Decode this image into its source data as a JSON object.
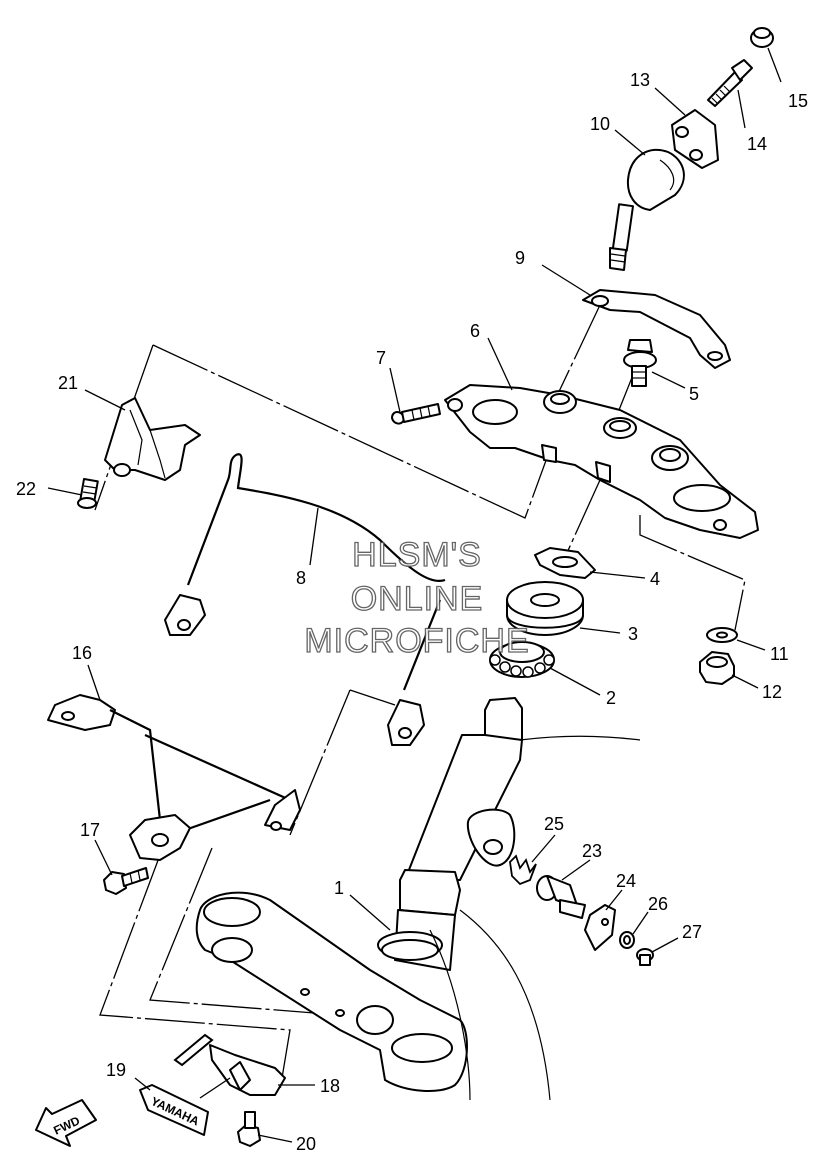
{
  "watermark": {
    "line1": "HLSM'S",
    "line2": "ONLINE",
    "line3": "MICROFICHE"
  },
  "labels": {
    "yamaha": "YAMAHA",
    "fwd": "FWD"
  },
  "callouts": [
    "1",
    "2",
    "3",
    "4",
    "5",
    "6",
    "7",
    "8",
    "9",
    "10",
    "11",
    "12",
    "13",
    "14",
    "15",
    "16",
    "17",
    "18",
    "19",
    "20",
    "21",
    "22",
    "23",
    "24",
    "25",
    "26",
    "27"
  ]
}
